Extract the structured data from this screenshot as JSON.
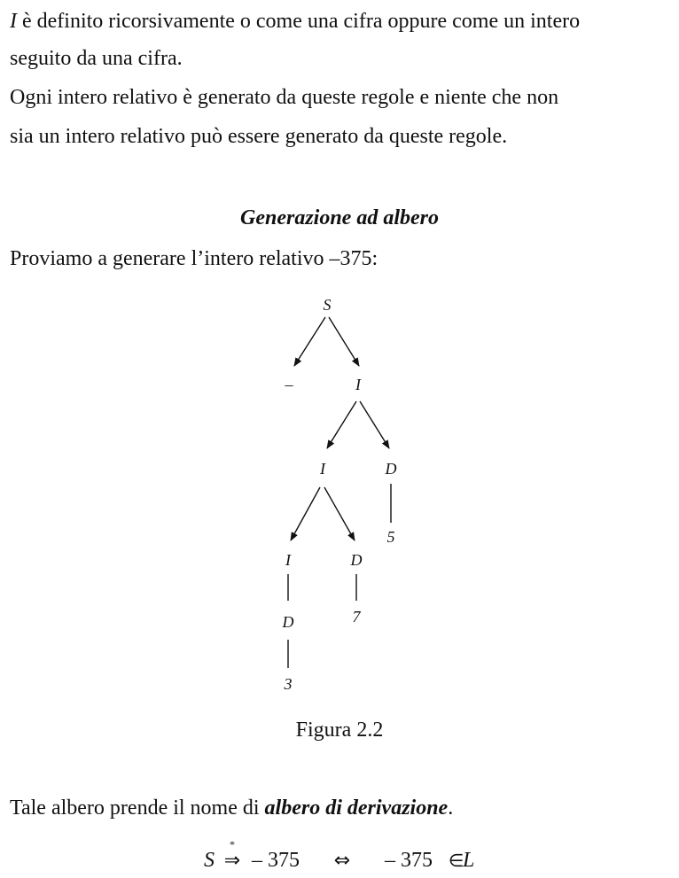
{
  "paragraph1": {
    "var": "I",
    "line1_rest": " è definito ricorsivamente o come una cifra oppure come un intero",
    "line2": "seguito da una cifra."
  },
  "paragraph2": {
    "line1": "Ogni intero relativo è generato da queste regole e niente che non",
    "line2": "sia un intero relativo può essere generato da queste regole."
  },
  "section_heading": "Generazione ad albero",
  "intro": "Proviamo a generare l’intero relativo –375:",
  "tree": {
    "nodes": {
      "root": "S",
      "minus": "–",
      "i1": "I",
      "i2": "I",
      "d1": "D",
      "i3": "I",
      "d2": "D",
      "d3": "D",
      "leaf5": "5",
      "leaf7": "7",
      "leaf3": "3"
    }
  },
  "caption": "Figura 2.2",
  "closing": {
    "before": "Tale albero prende il nome di ",
    "emphasis": "albero di derivazione",
    "after": "."
  },
  "formula": {
    "lhs": "S",
    "star": "*",
    "arrow": "⇒",
    "expr": "– 375",
    "iff": "⇔",
    "rhs_value": "– 375",
    "member": "∈",
    "language": "L"
  }
}
